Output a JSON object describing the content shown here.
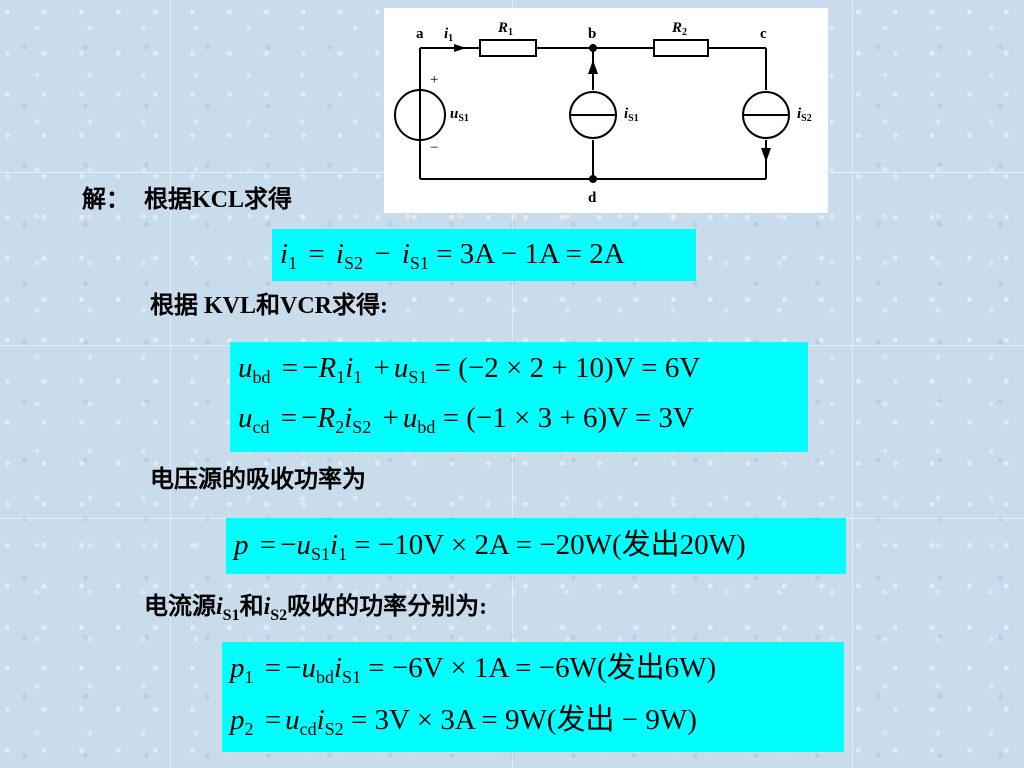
{
  "circuit": {
    "node_a": "a",
    "node_b": "b",
    "node_c": "c",
    "node_d": "d",
    "i1": "i",
    "i1_sub": "1",
    "r1": "R",
    "r1_sub": "1",
    "r2": "R",
    "r2_sub": "2",
    "plus": "+",
    "minus": "−",
    "us1": "u",
    "us1_sub": "S1",
    "is1": "i",
    "is1_sub": "S1",
    "is2": "i",
    "is2_sub": "S2"
  },
  "solution_label": "解：",
  "kcl_label": "根据KCL求得",
  "eq1": {
    "lhs": "i",
    "lhs_sub": "1",
    "t1": "i",
    "t1_sub": "S2",
    "t2": "i",
    "t2_sub": "S1",
    "rhs": "= 3A − 1A = 2A"
  },
  "kvl_label": "根据 KVL和VCR求得:",
  "eq2": {
    "row1": {
      "lhs": "u",
      "lhs_sub": "bd",
      "r": "R",
      "r_sub": "1",
      "i": "i",
      "i_sub": "1",
      "u": "u",
      "u_sub": "S1",
      "rhs": "= (−2 × 2 + 10)V = 6V"
    },
    "row2": {
      "lhs": "u",
      "lhs_sub": "cd",
      "r": "R",
      "r_sub": "2",
      "i": "i",
      "i_sub": "S2",
      "u": "u",
      "u_sub": "bd",
      "rhs": "= (−1 × 3 + 6)V = 3V"
    }
  },
  "voltage_power_label": "电压源的吸收功率为",
  "eq3": {
    "lhs": "p",
    "u": "u",
    "u_sub": "S1",
    "i": "i",
    "i_sub": "1",
    "rhs": "= −10V × 2A = −20W(发出20W)"
  },
  "current_power_label": {
    "prefix": "电流源",
    "s1": "i",
    "s1_sub": "S1",
    "mid": "和",
    "s2": "i",
    "s2_sub": "S2",
    "suffix": "吸收的功率分别为:"
  },
  "eq4": {
    "row1": {
      "lhs": "p",
      "lhs_sub": "1",
      "u": "u",
      "u_sub": "bd",
      "i": "i",
      "i_sub": "S1",
      "rhs": "= −6V × 1A = −6W(发出6W)"
    },
    "row2": {
      "lhs": "p",
      "lhs_sub": "2",
      "u": "u",
      "u_sub": "cd",
      "i": "i",
      "i_sub": "S2",
      "rhs": "= 3V × 3A = 9W(发出 − 9W)"
    }
  }
}
